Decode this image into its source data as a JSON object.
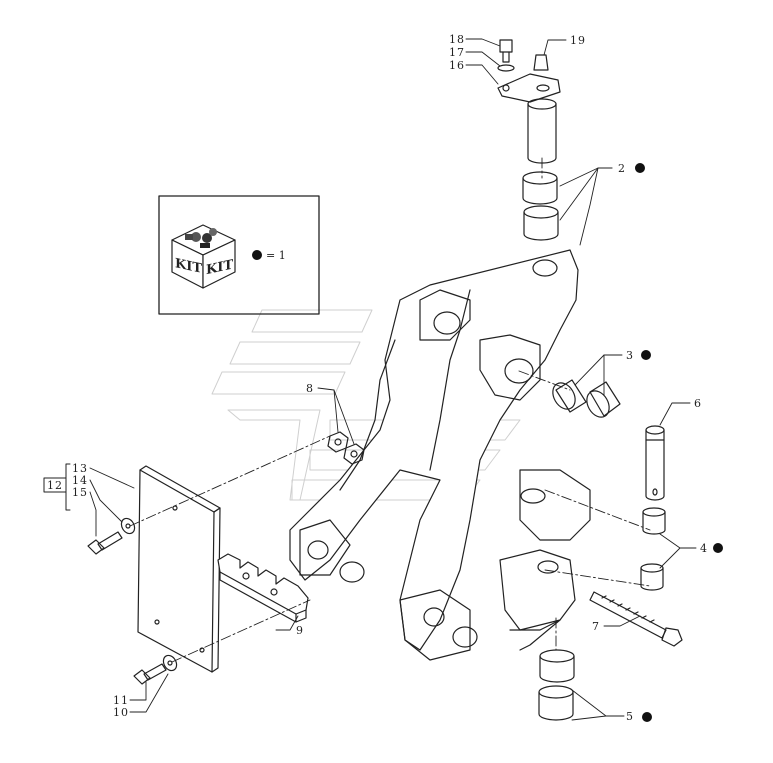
{
  "legend": {
    "kit_icon_text_1": "KIT",
    "kit_icon_text_2": "KIT",
    "equation": "= 1"
  },
  "callouts": [
    {
      "id": "c1",
      "label": "18"
    },
    {
      "id": "c2",
      "label": "17"
    },
    {
      "id": "c3",
      "label": "16"
    },
    {
      "id": "c4",
      "label": "19"
    },
    {
      "id": "c5",
      "label": "2"
    },
    {
      "id": "c6",
      "label": "3"
    },
    {
      "id": "c7",
      "label": "8"
    },
    {
      "id": "c8",
      "label": "6"
    },
    {
      "id": "c9",
      "label": "13"
    },
    {
      "id": "c10",
      "label": "12"
    },
    {
      "id": "c11",
      "label": "14"
    },
    {
      "id": "c12",
      "label": "15"
    },
    {
      "id": "c13",
      "label": "4"
    },
    {
      "id": "c14",
      "label": "9"
    },
    {
      "id": "c15",
      "label": "7"
    },
    {
      "id": "c16",
      "label": "11"
    },
    {
      "id": "c17",
      "label": "10"
    },
    {
      "id": "c18",
      "label": "5"
    }
  ]
}
